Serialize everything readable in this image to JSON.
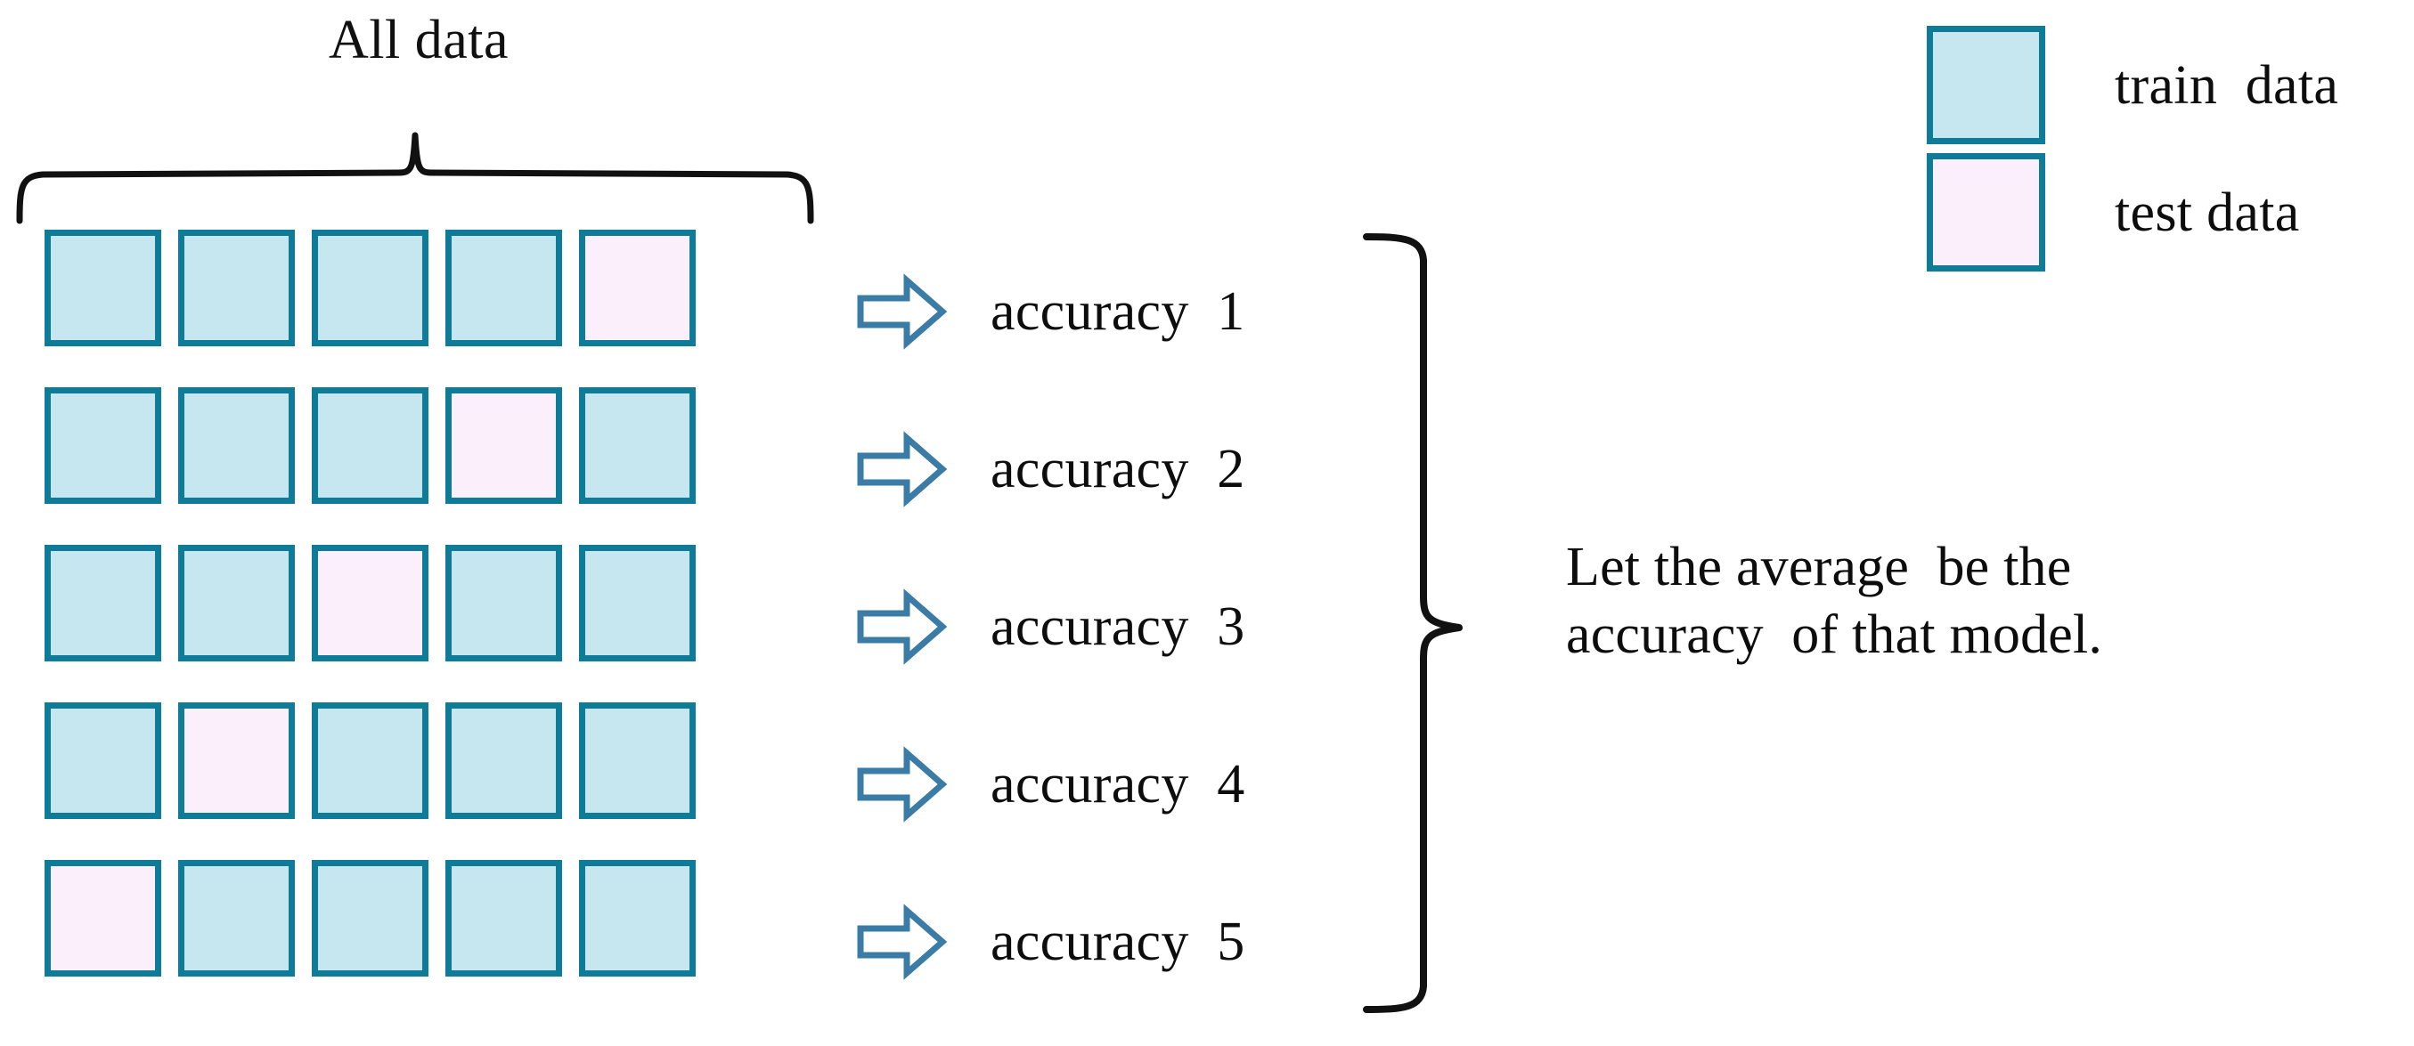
{
  "diagram": {
    "title_label": "All data",
    "grid": {
      "rows": 5,
      "cols": 5,
      "train_color": "#c6e6f0",
      "test_color": "#fbeffb",
      "border_color": "#0e7b99",
      "cells": [
        [
          "train",
          "train",
          "train",
          "train",
          "test"
        ],
        [
          "train",
          "train",
          "train",
          "test",
          "train"
        ],
        [
          "train",
          "train",
          "test",
          "train",
          "train"
        ],
        [
          "train",
          "test",
          "train",
          "train",
          "train"
        ],
        [
          "test",
          "train",
          "train",
          "train",
          "train"
        ]
      ]
    },
    "arrow_icon_color": "#3a7ca5",
    "accuracy_rows": [
      {
        "arrow": "right-block-arrow-icon",
        "label": "accuracy  1"
      },
      {
        "arrow": "right-block-arrow-icon",
        "label": "accuracy  2"
      },
      {
        "arrow": "right-block-arrow-icon",
        "label": "accuracy  3"
      },
      {
        "arrow": "right-block-arrow-icon",
        "label": "accuracy  4"
      },
      {
        "arrow": "right-block-arrow-icon",
        "label": "accuracy  5"
      }
    ],
    "conclusion": {
      "line1": "Let the average  be the",
      "line2": "accuracy  of that model."
    },
    "legend": {
      "items": [
        {
          "swatch": "train",
          "label": "train  data"
        },
        {
          "swatch": "test",
          "label": "test data"
        }
      ]
    },
    "braces": {
      "top_brace": "horizontal-curly-brace-icon",
      "right_brace": "vertical-curly-brace-icon"
    }
  }
}
